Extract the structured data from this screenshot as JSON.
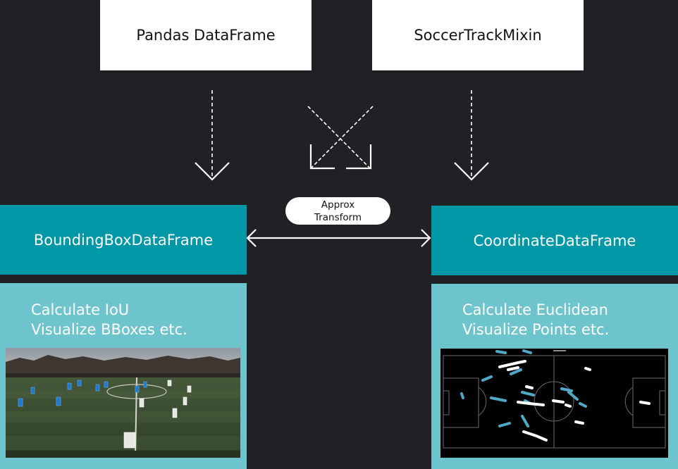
{
  "sources": {
    "pandas": "Pandas DataFrame",
    "mixin": "SoccerTrackMixin"
  },
  "classes": {
    "bbox": "BoundingBoxDataFrame",
    "coord": "CoordinateDataFrame"
  },
  "transform_label": {
    "line1": "Approx",
    "line2": "Transform"
  },
  "bbox_panel": {
    "line1": "Calculate IoU",
    "line2": "Visualize BBoxes etc."
  },
  "coord_panel": {
    "line1": "Calculate Euclidean",
    "line2": "Visualize Points etc."
  },
  "colors": {
    "background": "#202124",
    "teal": "#0097a7",
    "light_teal": "#6ec4cc",
    "white": "#ffffff"
  }
}
